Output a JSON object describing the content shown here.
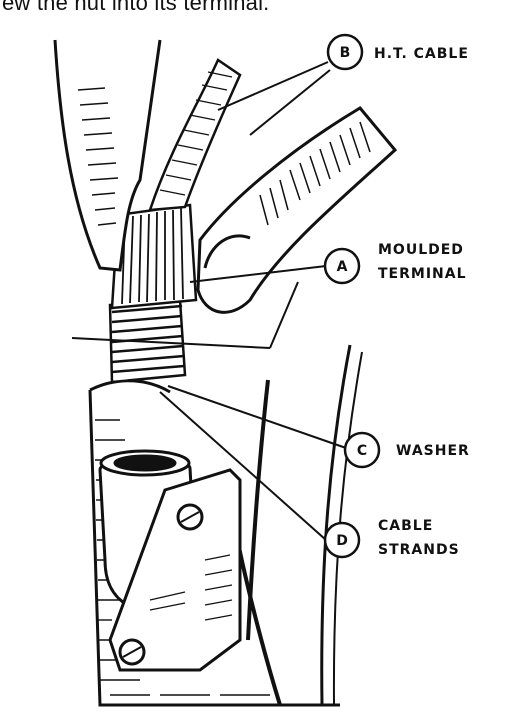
{
  "caption": "ew the nut into its terminal.",
  "callouts": {
    "b": {
      "letter": "B",
      "lines": [
        "H.T. CABLE"
      ]
    },
    "a": {
      "letter": "A",
      "lines": [
        "MOULDED",
        "TERMINAL"
      ]
    },
    "c": {
      "letter": "C",
      "lines": [
        "WASHER"
      ]
    },
    "d": {
      "letter": "D",
      "lines": [
        "CABLE",
        "STRANDS"
      ]
    }
  },
  "colors": {
    "ink": "#111111",
    "paper": "#ffffff",
    "shade": "#d9d9d9"
  }
}
